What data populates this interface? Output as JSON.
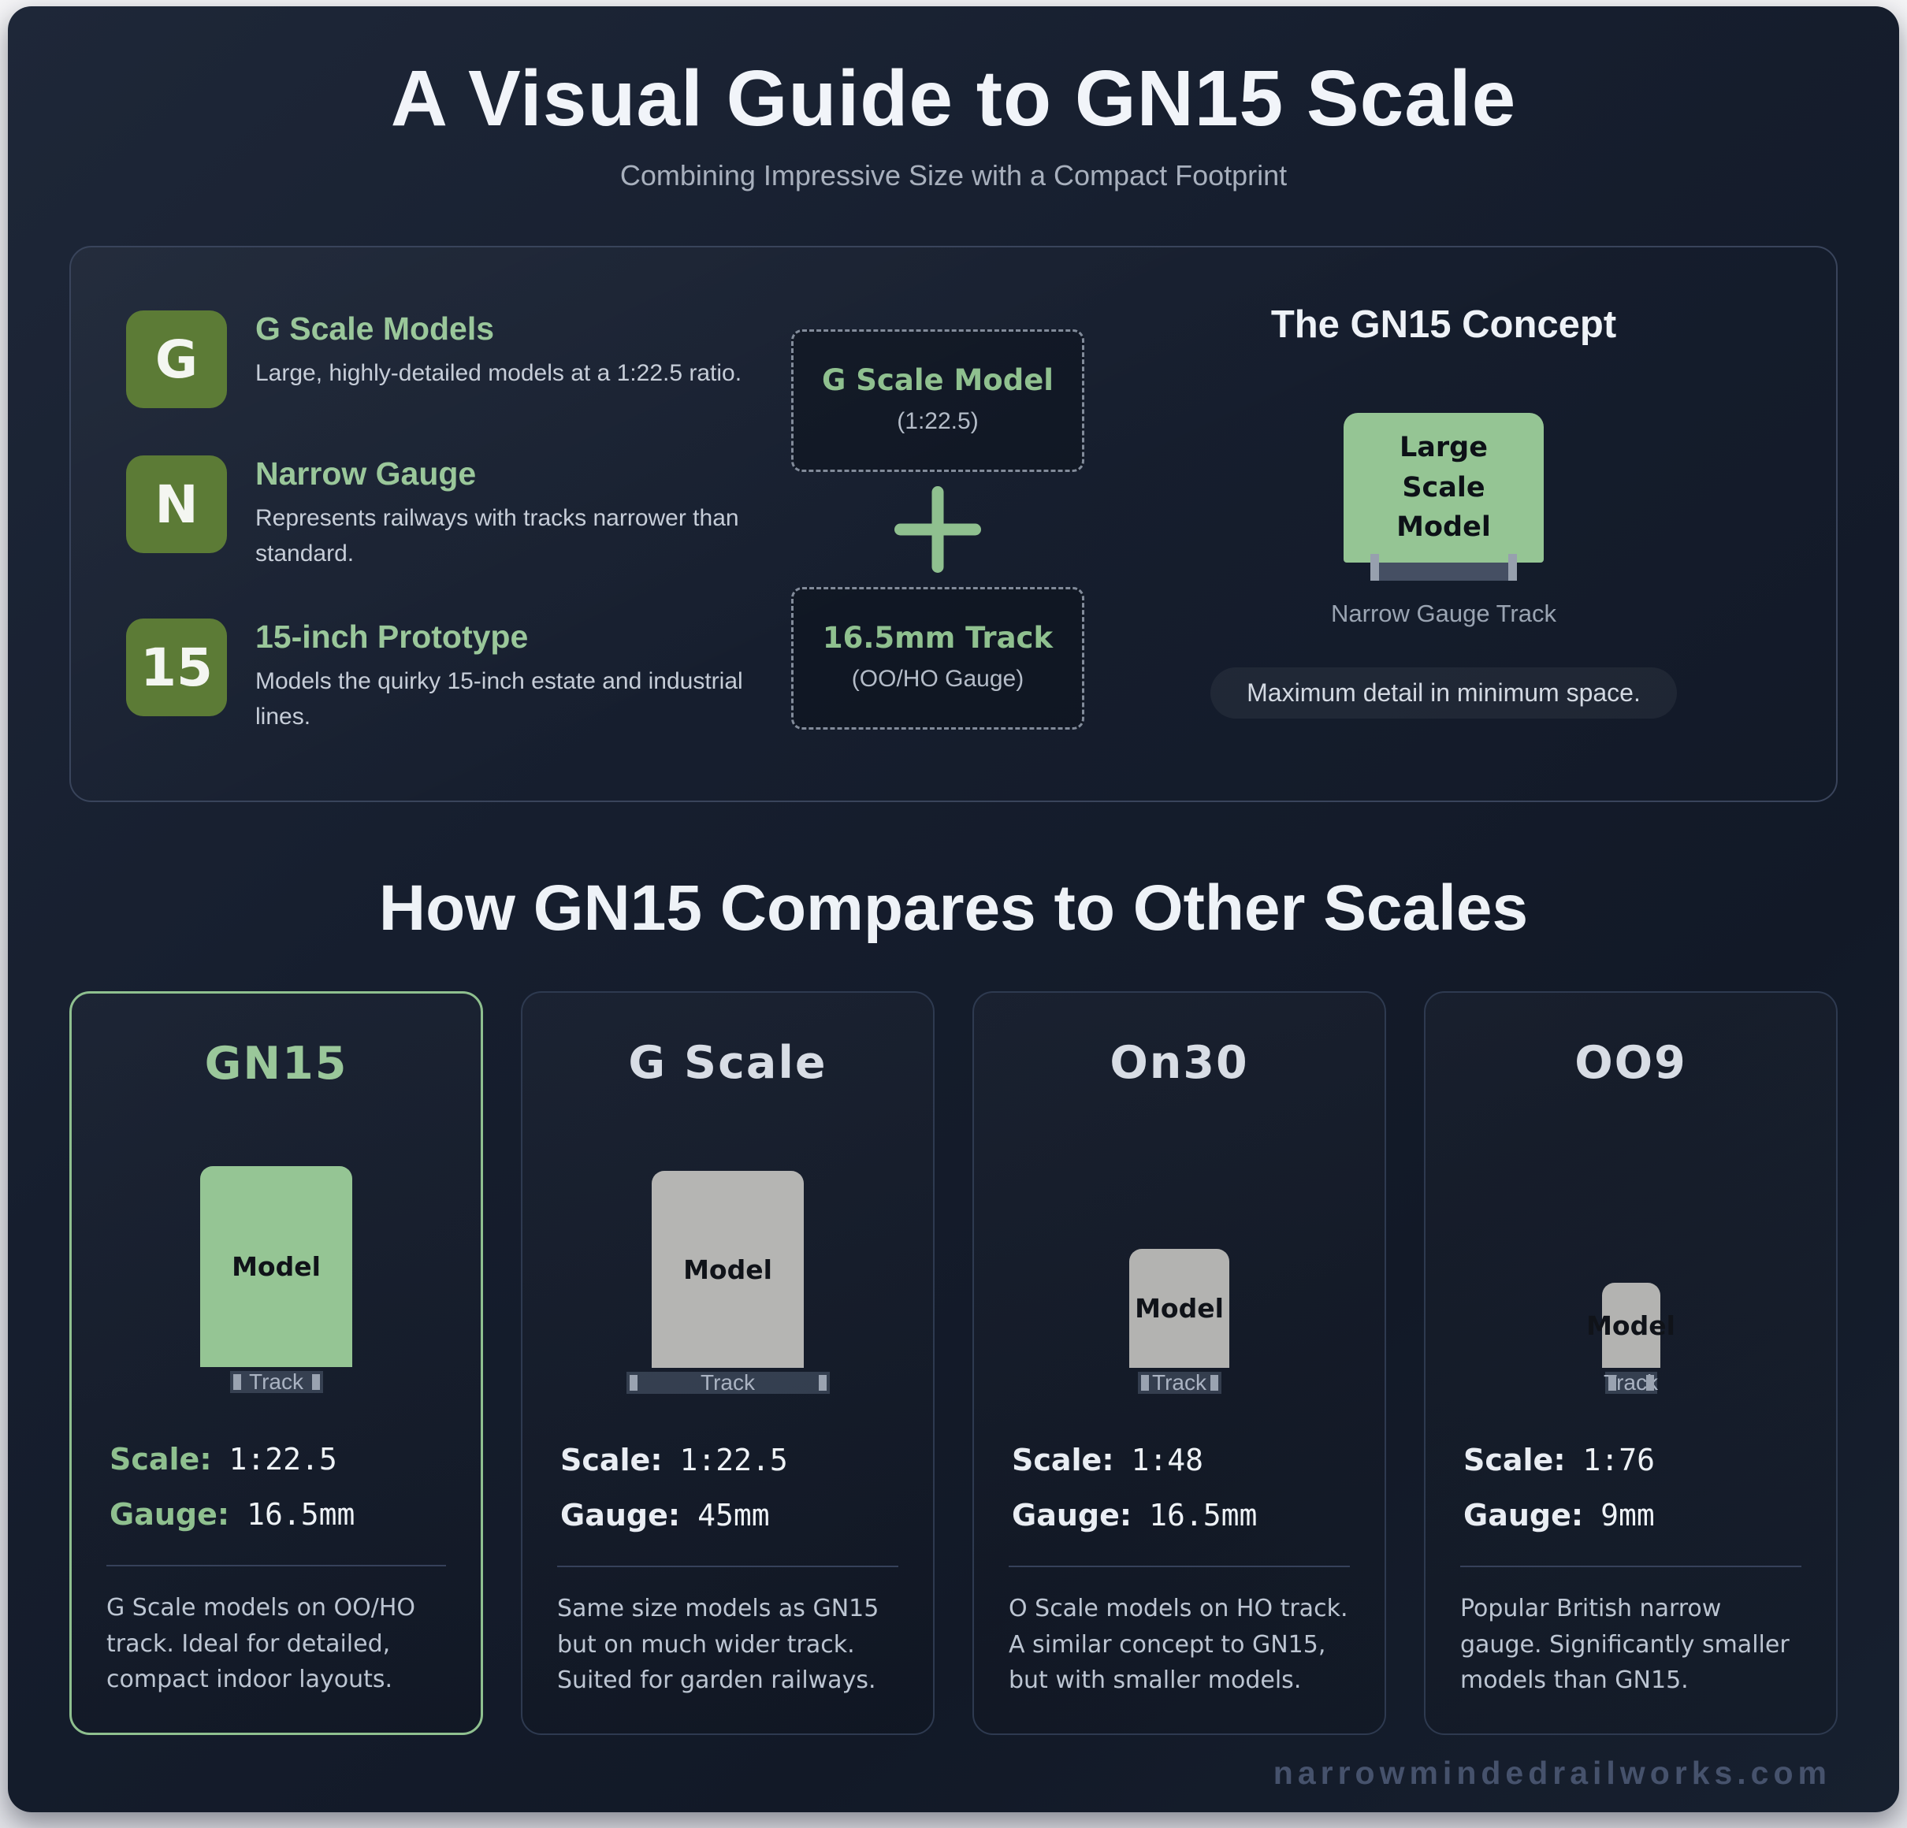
{
  "page": {
    "title": "A Visual Guide to GN15 Scale",
    "subtitle": "Combining Impressive Size with a Compact Footprint",
    "watermark": "narrowmindedrailworks.com"
  },
  "colors": {
    "panel_bg": "#151d2d",
    "accent_green": "#8fc08f",
    "title_green": "#9ac79a",
    "badge_olive": "#5c7b36",
    "model_green": "#95c594",
    "model_gray": "#b5b5b3",
    "track_slate": "#454f63",
    "card_border": "#2e3a50",
    "highlight_border": "#8fc08f",
    "body_text": "#c6cdd8"
  },
  "hero": {
    "items": [
      {
        "letter": "G",
        "title": "G Scale Models",
        "body": "Large, highly-detailed models at a 1:22.5 ratio."
      },
      {
        "letter": "N",
        "title": "Narrow Gauge",
        "body": "Represents railways with tracks narrower than standard."
      },
      {
        "letter": "15",
        "title": "15-inch Prototype",
        "body": "Models the quirky 15-inch estate and industrial lines."
      }
    ],
    "equation": {
      "box1_title": "G Scale Model",
      "box1_sub": "(1:22.5)",
      "plus": "+",
      "box2_title": "16.5mm Track",
      "box2_sub": "(OO/HO Gauge)"
    },
    "concept": {
      "heading": "The GN15 Concept",
      "model_label": "Large Scale Model",
      "track_caption": "Narrow Gauge Track",
      "tagline": "Maximum detail in minimum space."
    }
  },
  "comparison": {
    "heading": "How GN15 Compares to Other Scales",
    "scale_label": "Scale:",
    "gauge_label": "Gauge:",
    "model_label": "Model",
    "track_label": "Track",
    "cards": [
      {
        "name": "GN15",
        "scale": "1:22.5",
        "gauge": "16.5mm",
        "description": "G Scale models on OO/HO track. Ideal for detailed, compact indoor layouts."
      },
      {
        "name": "G Scale",
        "scale": "1:22.5",
        "gauge": "45mm",
        "description": "Same size models as GN15 but on much wider track. Suited for garden railways."
      },
      {
        "name": "On30",
        "scale": "1:48",
        "gauge": "16.5mm",
        "description": "O Scale models on HO track. A similar concept to GN15, but with smaller models."
      },
      {
        "name": "OO9",
        "scale": "1:76",
        "gauge": "9mm",
        "description": "Popular British narrow gauge. Significantly smaller models than GN15."
      }
    ]
  }
}
